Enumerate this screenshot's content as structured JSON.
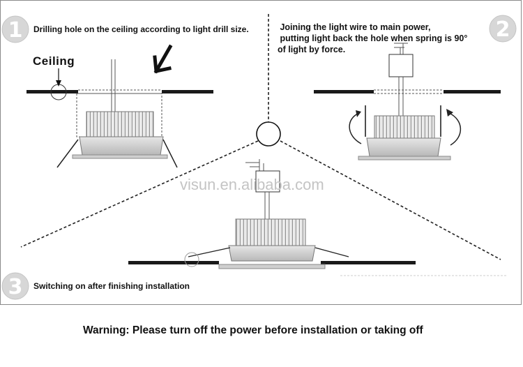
{
  "steps": [
    {
      "number": "1",
      "caption": "Drilling hole on the ceiling  according to light drill size."
    },
    {
      "number": "2",
      "caption": " Joining the light wire to main power,\n putting light back the hole when spring is 90°\nof light by force."
    },
    {
      "number": "3",
      "caption": "Switching on after finishing installation"
    }
  ],
  "ceiling_label": "Ceiling",
  "watermark": "visun.en.alibaba.com",
  "warning": "Warning: Please turn off the power before installation or taking off",
  "colors": {
    "ceiling": "#1a1a1a",
    "badge": "#d6d6d6",
    "fixture": "#bdbdbd",
    "line": "#222222"
  }
}
